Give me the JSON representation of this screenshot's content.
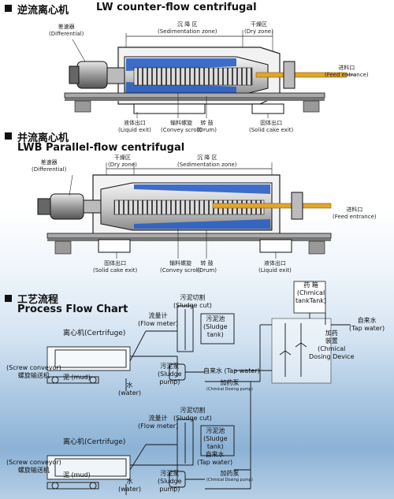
{
  "section1": {
    "title_cn": "逆流离心机",
    "title_en": "LW counter-flow centrifugal",
    "labels": {
      "differential_cn": "差速器",
      "differential_en": "(Differential)",
      "sedimentation_cn": "沉 降 区",
      "sedimentation_en": "(Sedimentation zone)",
      "dry_cn": "干燥区",
      "dry_en": "(Dry zone)",
      "feed_cn": "进料口",
      "feed_en": "(Feed entrance)",
      "liquid_cn": "液体出口",
      "liquid_en": "(Liquid exit)",
      "scroll_cn": "输料螺旋",
      "scroll_en": "(Convey scroll)",
      "drum_cn": "转 鼓",
      "drum_en": "(Drum)",
      "solid_cn": "固体出口",
      "solid_en": "(Solid cake exit)"
    }
  },
  "section2": {
    "title_cn": "并流离心机",
    "title_en": "LWB Parallel-flow centrifugal",
    "labels": {
      "differential_cn": "差速器",
      "differential_en": "(Differential)",
      "dry_cn": "干燥区",
      "dry_en": "(Dry zone)",
      "sedimentation_cn": "沉 降 区",
      "sedimentation_en": "(Sedimentation zone)",
      "feed_cn": "进料口",
      "feed_en": "(Feed entrance)",
      "solid_cn": "固体出口",
      "solid_en": "(Solid cake exit)",
      "scroll_cn": "输料螺旋",
      "scroll_en": "(Convey scroll)",
      "drum_cn": "转 鼓",
      "drum_en": "(Drum)",
      "liquid_cn": "液体出口",
      "liquid_en": "(Liquid exit)"
    }
  },
  "section3": {
    "title_cn": "工艺流程",
    "title_en": "Process Flow Chart",
    "tank": {
      "cn": "药 箱",
      "en1": "(Chmical",
      "en2": "tankTank)"
    },
    "tap_water_right": {
      "cn": "自来水",
      "en": "(Tap water)"
    },
    "dosing_device": {
      "cn1": "加药",
      "cn2": "装置",
      "en1": "(Chmical",
      "en2": "Dosing Device"
    },
    "upper": {
      "sludge_cut_cn": "污泥切割",
      "sludge_cut_en": "(Sludge cut)",
      "flow_meter_cn": "流量计",
      "flow_meter_en": "(Flow meter)",
      "sludge_tank_cn": "污泥池",
      "sludge_tank_en1": "(Sludge",
      "sludge_tank_en2": "tank)",
      "centrifuge": "离心机(Certrifuge)",
      "sludge_pump_cn": "污泥泵",
      "sludge_pump_en1": "(Sludge",
      "sludge_pump_en2": "pump)",
      "tap_water": "自来水 (Tap water)",
      "dosing_pump_cn": "加药泵",
      "dosing_pump_en": "(Chmical Dosing pump)",
      "screw_en": "(Screw conveyor)",
      "screw_cn": "螺旋输送机",
      "mud": "泥 (mud)",
      "water_cn": "水",
      "water_en": "(water)"
    },
    "lower": {
      "sludge_cut_cn": "污泥切割",
      "sludge_cut_en": "(Sludge cut)",
      "flow_meter_cn": "流量计",
      "flow_meter_en": "(Flow meter)",
      "sludge_tank_cn": "污泥池",
      "sludge_tank_en1": "(Sludge",
      "sludge_tank_en2": "tank)",
      "centrifuge": "离心机(Certrifuge)",
      "sludge_pump_cn": "污泥泵",
      "sludge_pump_en1": "(Sludge",
      "sludge_pump_en2": "pump)",
      "tap_water_cn": "自来水",
      "tap_water_en": "(Tap water)",
      "dosing_pump_cn": "加药泵",
      "dosing_pump_en": "(Chmical Dosing pump)",
      "screw_en": "(Screw conveyor)",
      "screw_cn": "螺旋输送机",
      "mud": "泥 (mud)",
      "water_cn": "水",
      "water_en": "(water)"
    }
  },
  "colors": {
    "feed_pipe": "#e0a52a",
    "frame": "#111111",
    "background_sky": "#8cb2d6"
  }
}
